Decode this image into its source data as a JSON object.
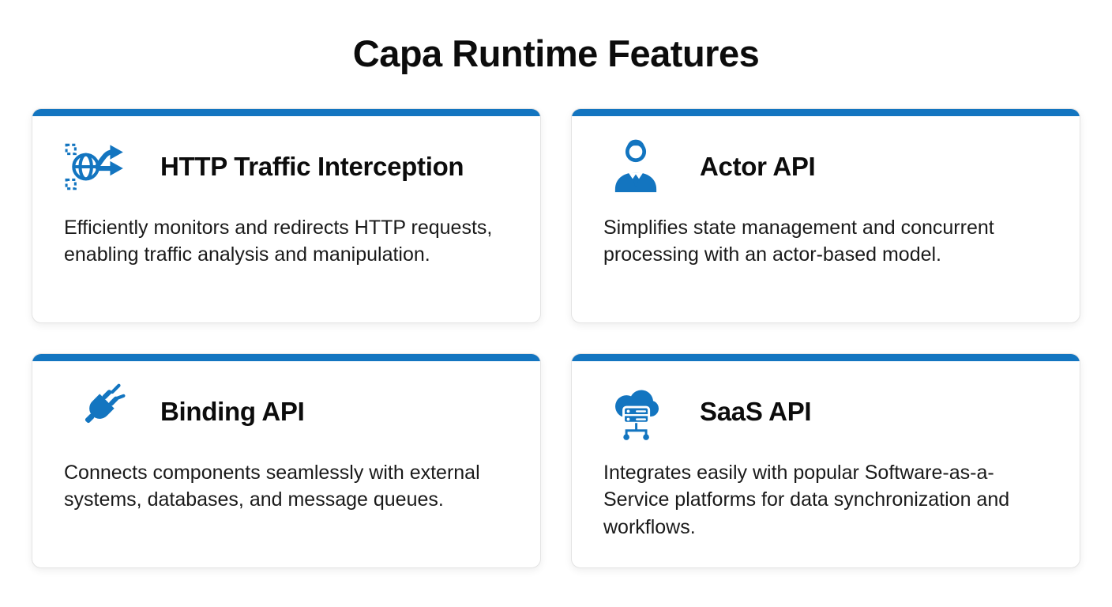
{
  "page": {
    "title": "Capa Runtime Features"
  },
  "colors": {
    "accent": "#1375c0",
    "card_border": "#e3e3e3",
    "title_text": "#0c0c0c",
    "body_text": "#1a1a1a",
    "background": "#ffffff"
  },
  "cards": [
    {
      "icon": "traffic-split-icon",
      "title": "HTTP Traffic Interception",
      "description": "Efficiently monitors and redirects HTTP requests, enabling traffic analysis and manipulation."
    },
    {
      "icon": "actor-user-icon",
      "title": "Actor API",
      "description": "Simplifies state management and concurrent processing with an actor-based model."
    },
    {
      "icon": "plug-icon",
      "title": "Binding API",
      "description": "Connects components seamlessly with external systems, databases, and message queues."
    },
    {
      "icon": "cloud-server-icon",
      "title": "SaaS API",
      "description": "Integrates easily with popular Software-as-a-Service platforms for data synchronization and workflows."
    }
  ]
}
